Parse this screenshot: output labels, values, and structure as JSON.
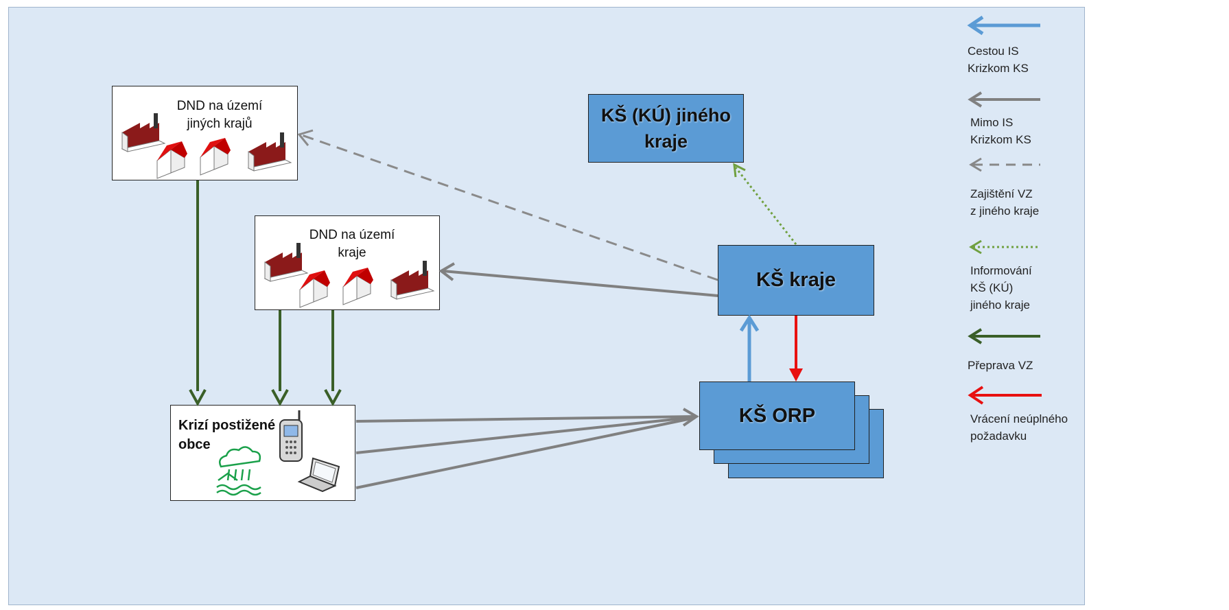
{
  "nodes": {
    "dnd_other": {
      "label": "DND na území\njiných krajů"
    },
    "dnd_region": {
      "label": "DND na území\nkraje"
    },
    "affected": {
      "label": "Krizí postižené\nobce"
    },
    "ks_other": {
      "label": "KŠ (KÚ) jiného\nkraje"
    },
    "ks_kraje": {
      "label": "KŠ kraje"
    },
    "ks_orp": {
      "label": "KŠ ORP"
    }
  },
  "legend": [
    {
      "label": "Cestou IS\nKrizkom KS",
      "color": "#5b9bd5",
      "style": "solid"
    },
    {
      "label": "Mimo IS\nKrizkom KS",
      "color": "#808080",
      "style": "solid"
    },
    {
      "label": "Zajištění VZ\nz jiného kraje",
      "color": "#888888",
      "style": "dashed"
    },
    {
      "label": "Informování\nKŠ (KÚ)\njiného kraje",
      "color": "#70a040",
      "style": "dotted"
    },
    {
      "label": "Přeprava VZ",
      "color": "#3a5f28",
      "style": "solid"
    },
    {
      "label": "Vrácení neúplného\npožadavku",
      "color": "#e81010",
      "style": "solid"
    }
  ]
}
